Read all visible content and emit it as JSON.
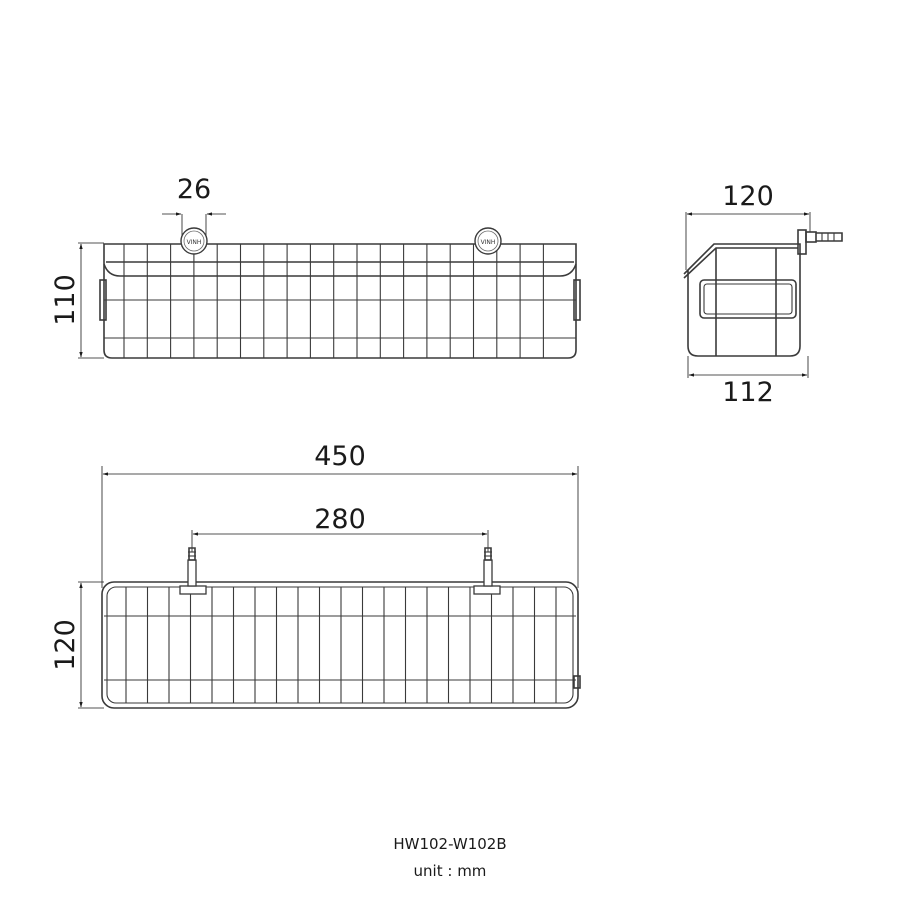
{
  "front_view": {
    "mount_spacing_label": "26",
    "height_label": "110",
    "logo_text": "VINH"
  },
  "side_view": {
    "top_depth_label": "120",
    "bottom_depth_label": "112"
  },
  "top_view": {
    "total_width_label": "450",
    "mount_distance_label": "280",
    "depth_label": "120"
  },
  "footer": {
    "model": "HW102-W102B",
    "unit": "unit : mm"
  }
}
